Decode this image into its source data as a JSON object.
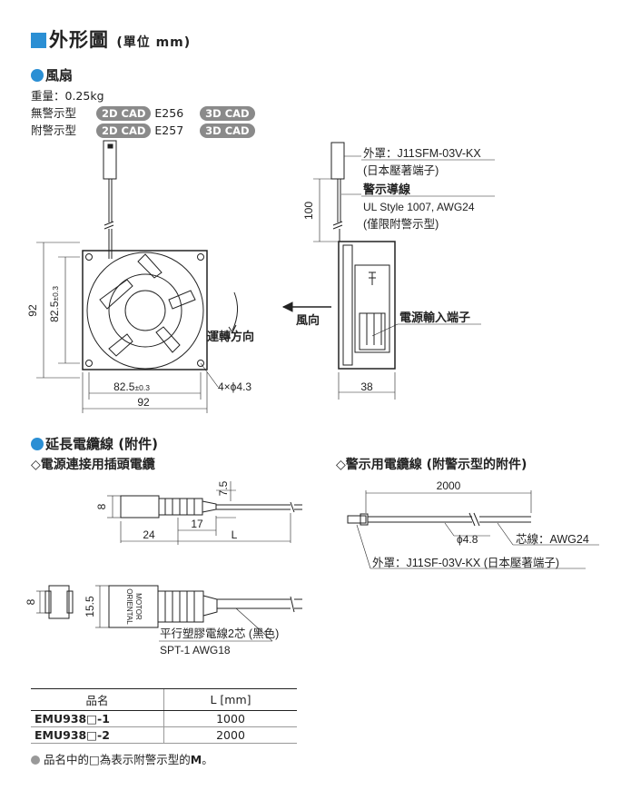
{
  "title": "外形圖",
  "title_unit": "(單位 mm)",
  "fan": {
    "heading": "風扇",
    "weight": "重量：0.25kg",
    "rows": [
      {
        "label": "無警示型",
        "cad2d": "2D CAD",
        "code": "E256",
        "cad3d": "3D CAD"
      },
      {
        "label": "附警示型",
        "cad2d": "2D CAD",
        "code": "E257",
        "cad3d": "3D CAD"
      }
    ]
  },
  "front_view": {
    "dim_92_v": "92",
    "dim_825_v": "82.5",
    "dim_825_v_tol": "±0.3",
    "dim_825_h": "82.5",
    "dim_825_h_tol": "±0.3",
    "dim_92_h": "92",
    "holes": "4×ϕ4.3",
    "rotation": "運轉方向"
  },
  "side_view": {
    "housing_label": "外罩：J11SFM-03V-KX",
    "housing_maker": "(日本壓著端子)",
    "alarm_lead": "警示導線",
    "lead_spec": "UL Style 1007, AWG24",
    "lead_note": "(僅限附警示型)",
    "dim_100": "100",
    "airflow": "風向",
    "power_terminal": "電源輸入端子",
    "dim_38": "38"
  },
  "ext_cable": {
    "heading": "延長電纜線 (附件)",
    "power_title": "◇電源連接用插頭電纜",
    "alarm_title": "◇警示用電纜線 (附警示型的附件)",
    "dim_8": "8",
    "dim_75": "7.5",
    "dim_17": "17",
    "dim_24": "24",
    "dim_L": "L",
    "dim_8b": "8",
    "dim_155": "15.5",
    "plug_text1": "ORIENTAL",
    "plug_text2": "MOTOR",
    "cable_desc": "平行塑膠電線2芯 (黑色)",
    "cable_spec": "SPT-1  AWG18",
    "dim_2000": "2000",
    "dim_phi48": "ϕ4.8",
    "core": "芯線：AWG24",
    "alarm_housing": "外罩：J11SF-03V-KX (日本壓著端子)"
  },
  "table": {
    "headers": [
      "品名",
      "L [mm]"
    ],
    "rows": [
      {
        "name": "EMU938□-1",
        "L": "1000"
      },
      {
        "name": "EMU938□-2",
        "L": "2000"
      }
    ]
  },
  "footnote": "品名中的□為表示附警示型的",
  "footnote_bold": "M",
  "footnote_end": "。"
}
